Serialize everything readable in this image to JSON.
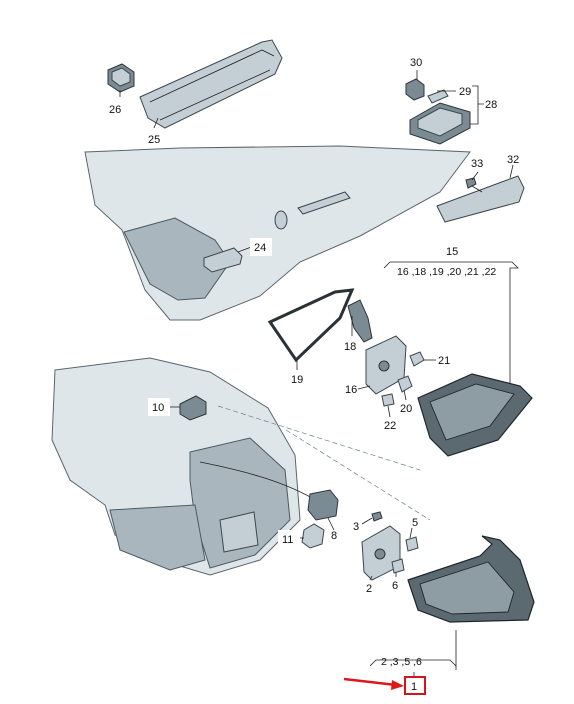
{
  "callouts": [
    {
      "id": "l26",
      "text": "26"
    },
    {
      "id": "l25",
      "text": "25"
    },
    {
      "id": "l30",
      "text": "30"
    },
    {
      "id": "l29",
      "text": "29"
    },
    {
      "id": "l28",
      "text": "28"
    },
    {
      "id": "l33",
      "text": "33"
    },
    {
      "id": "l32",
      "text": "32"
    },
    {
      "id": "l24",
      "text": "24"
    },
    {
      "id": "l15",
      "text": "15"
    },
    {
      "id": "l19",
      "text": "19"
    },
    {
      "id": "l18",
      "text": "18"
    },
    {
      "id": "l21",
      "text": "21"
    },
    {
      "id": "l16",
      "text": "16"
    },
    {
      "id": "l20",
      "text": "20"
    },
    {
      "id": "l22",
      "text": "22"
    },
    {
      "id": "l10",
      "text": "10"
    },
    {
      "id": "l3",
      "text": "3"
    },
    {
      "id": "l5",
      "text": "5"
    },
    {
      "id": "l11",
      "text": "11"
    },
    {
      "id": "l8",
      "text": "8"
    },
    {
      "id": "l2",
      "text": "2"
    },
    {
      "id": "l6",
      "text": "6"
    },
    {
      "id": "l1",
      "text": "1"
    }
  ],
  "groups": {
    "group15": "16 ,18 ,19 ,20 ,21 ,22",
    "group1": "2 ,3 ,5 ,6"
  },
  "colors": {
    "highlight": "#d0181b",
    "arrow": "#e0161b"
  }
}
